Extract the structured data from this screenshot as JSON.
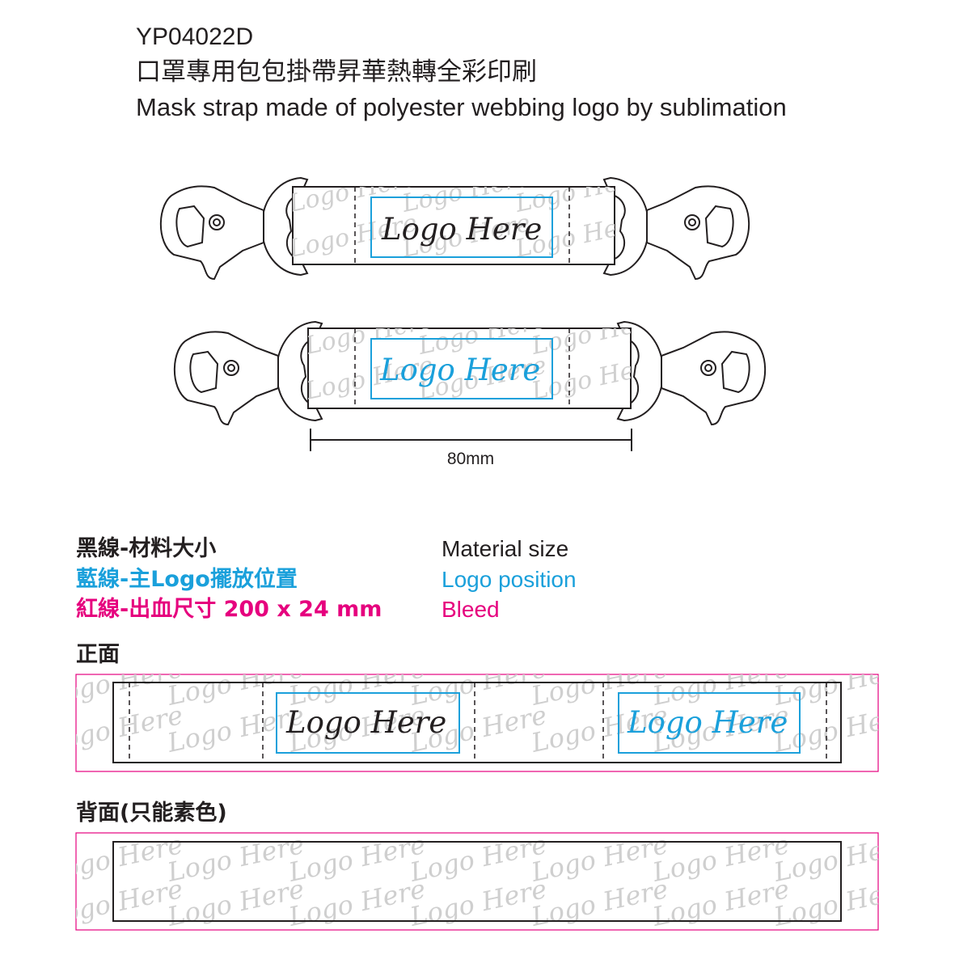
{
  "header": {
    "code": "YP04022D",
    "title_zh": "口罩專用包包掛帶昇華熱轉全彩印刷",
    "title_en": "Mask strap made of polyester webbing logo by sublimation"
  },
  "strap_front": {
    "logo_text": "Logo Here",
    "watermark": "Logo Here",
    "logo_color": "#231f20"
  },
  "strap_back": {
    "logo_text": "Logo Here",
    "watermark": "Logo Here",
    "logo_color": "#1aa0db"
  },
  "dimension": {
    "label": "80mm"
  },
  "legend": [
    {
      "zh": "黑線-材料大小",
      "en": "Material size",
      "color": "#231f20"
    },
    {
      "zh": "藍線-主Logo擺放位置",
      "en": "Logo position",
      "color": "#1aa0db"
    },
    {
      "zh": "紅線-出血尺寸 200 x 24 mm",
      "en": "Bleed",
      "color": "#e6007e"
    }
  ],
  "layout_front": {
    "title": "正面",
    "logo_text": "Logo Here",
    "logo_colors": [
      "#231f20",
      "#1aa0db"
    ],
    "watermark": "Logo Here"
  },
  "layout_back": {
    "title": "背面(只能素色)",
    "watermark": "Logo Here"
  },
  "colors": {
    "black": "#231f20",
    "blue": "#1aa0db",
    "pink": "#e6007e",
    "watermark": "#c8c8c8"
  }
}
